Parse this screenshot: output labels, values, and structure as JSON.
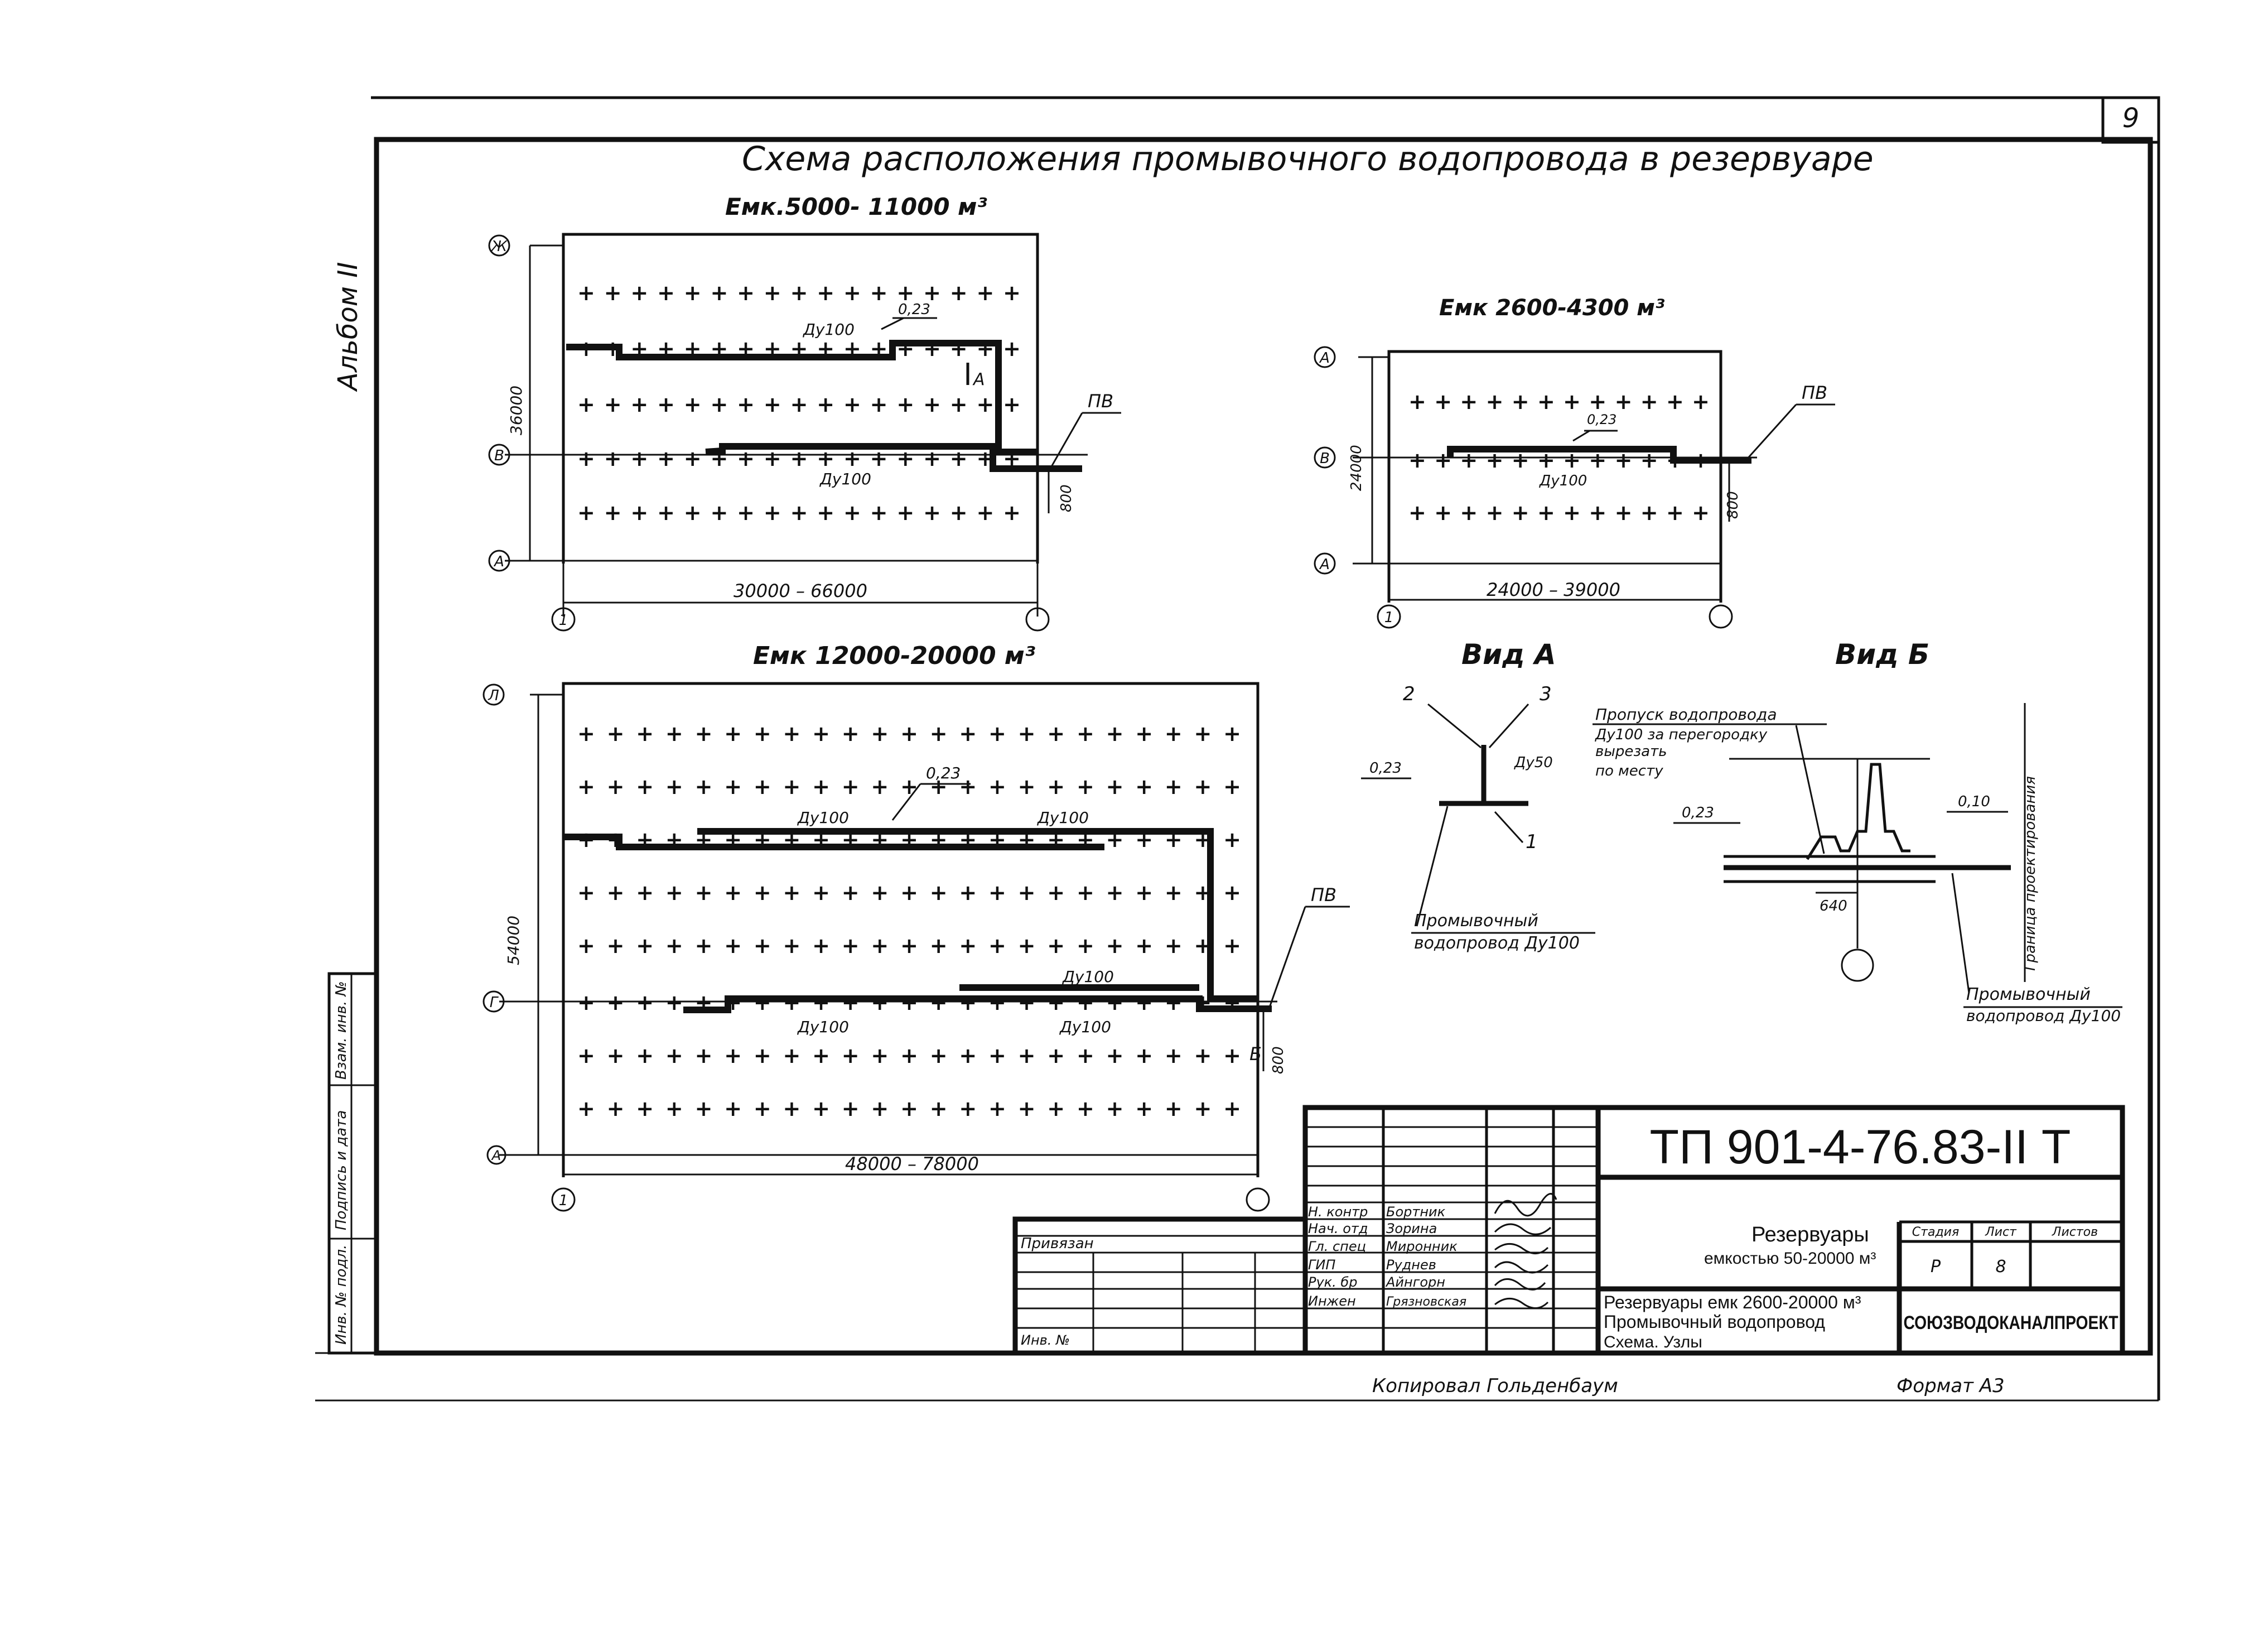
{
  "page_number": "9",
  "album_label": "Альбом II",
  "main_title": "Схема расположения промывочного водопровода в резервуаре",
  "scheme_large": {
    "title": "Емк.5000- 11000 м³",
    "axes": [
      "Ж",
      "В",
      "А"
    ],
    "col_axes": [
      "1",
      ""
    ],
    "vertical_dim": "36000",
    "horizontal_dim": "30000 – 66000",
    "pipe_label_1": "Ду100",
    "pipe_label_2": "Ду100",
    "level": "0,23",
    "outlet": "ПВ",
    "offset_dim": "800",
    "view_marker": "А"
  },
  "scheme_small": {
    "title": "Емк 2600-4300 м³",
    "axes": [
      "А",
      "В",
      "А"
    ],
    "col_axes": [
      "1",
      ""
    ],
    "vertical_dim": "24000",
    "horizontal_dim": "24000 – 39000",
    "pipe_label": "Ду100",
    "level": "0,23",
    "outlet": "ПВ",
    "offset_dim": "800"
  },
  "scheme_xl": {
    "title": "Емк 12000-20000 м³",
    "axes": [
      "Л",
      "Г",
      "А"
    ],
    "col_axes": [
      "1",
      ""
    ],
    "vertical_dim": "54000",
    "horizontal_dim": "48000 – 78000",
    "pipe_labels": [
      "Ду100",
      "Ду100",
      "Ду100",
      "Ду100",
      "Ду100"
    ],
    "level": "0,23",
    "outlet": "ПВ",
    "offset_dim": "800",
    "view_marker": "Б"
  },
  "view_a": {
    "title": "Вид А",
    "callouts": [
      "2",
      "3",
      "1"
    ],
    "level": "0,23",
    "branch": "Ду50",
    "note_line1": "Промывочный",
    "note_line2": "водопровод Ду100"
  },
  "view_b": {
    "title": "Вид Б",
    "note_line1": "Пропуск водопровода",
    "note_line2": "Ду100 за перегородку",
    "note_line3": "вырезать",
    "note_line4": "по месту",
    "level_1": "0,23",
    "level_2": "0,10",
    "dim": "640",
    "vertical_note": "Граница проектирования",
    "pipe_note_1": "Промывочный",
    "pipe_note_2": "водопровод Ду100"
  },
  "side_stamp": [
    "Инв. № подл.",
    "Подпись и дата",
    "Взам. инв. №"
  ],
  "title_block": {
    "code": "ТП 901-4-76.83-II Т",
    "privyazan": "Привязан",
    "inv_no": "Инв. №",
    "roles": [
      "Н. контр",
      "Нач. отд",
      "Гл. спец",
      "ГИП",
      "Рук. бр",
      "Инжен"
    ],
    "names": [
      "Бортник",
      "Зорина",
      "Миронник",
      "Руднев",
      "Айнгорн",
      "Грязновская"
    ],
    "project_line1": "Резервуары",
    "project_line2": "емкостью 50-20000 м³",
    "sheet_title_1": "Резервуары емк 2600-20000 м³",
    "sheet_title_2": "Промывочный водопровод",
    "sheet_title_3": "Схема. Узлы",
    "stage_header": "Стадия",
    "sheet_header": "Лист",
    "sheets_header": "Листов",
    "stage": "Р",
    "sheet": "8",
    "sheets": "",
    "organization": "СОЮЗВОДОКАНАЛПРОЕКТ"
  },
  "footer": {
    "copied": "Копировал Гольденбаум",
    "format": "Формат А3"
  }
}
